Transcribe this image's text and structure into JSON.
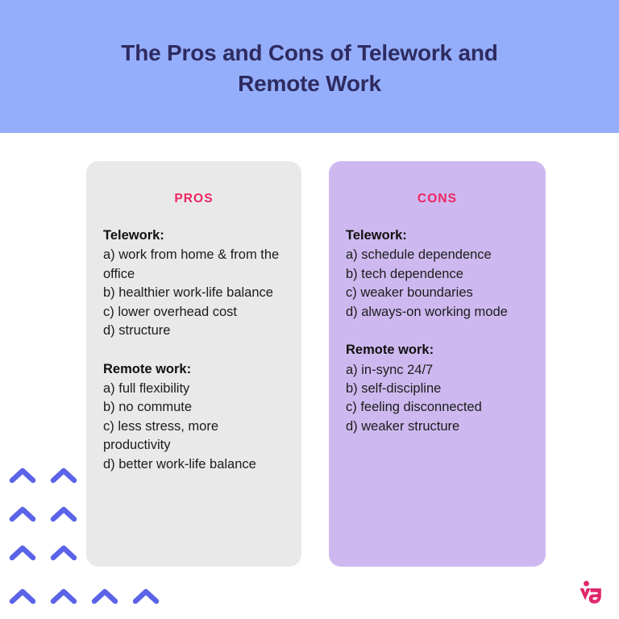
{
  "header": {
    "title": "The Pros and Cons of Telework and Remote Work",
    "background_color": "#95AEFC",
    "text_color": "#2E2B60"
  },
  "cards": [
    {
      "id": "pros",
      "heading": "PROS",
      "heading_color": "#EF2561",
      "background_color": "#E9E9E9",
      "sections": [
        {
          "title": "Telework:",
          "items": [
            "a) work from home & from the office",
            "b) healthier work-life balance",
            "c) lower overhead cost",
            "d) structure"
          ]
        },
        {
          "title": "Remote work:",
          "items": [
            "a) full flexibility",
            "b) no commute",
            "c) less stress, more productivity",
            "d) better work-life balance"
          ]
        }
      ]
    },
    {
      "id": "cons",
      "heading": "CONS",
      "heading_color": "#EF2561",
      "background_color": "#CDB9EF",
      "sections": [
        {
          "title": "Telework:",
          "items": [
            "a) schedule dependence",
            "b) tech dependence",
            "c) weaker boundaries",
            "d) always-on working mode"
          ]
        },
        {
          "title": "Remote work:",
          "items": [
            "a) in-sync 24/7",
            "b) self-discipline",
            "c) feeling disconnected",
            "d) weaker structure"
          ]
        }
      ]
    }
  ],
  "decoration": {
    "chevron_icon": "chevron-up-icon",
    "chevron_color": "#5B63E8",
    "rows": [
      2,
      2,
      2,
      4
    ]
  },
  "logo": {
    "icon": "vs-monogram-logo",
    "color": "#E0266B"
  }
}
